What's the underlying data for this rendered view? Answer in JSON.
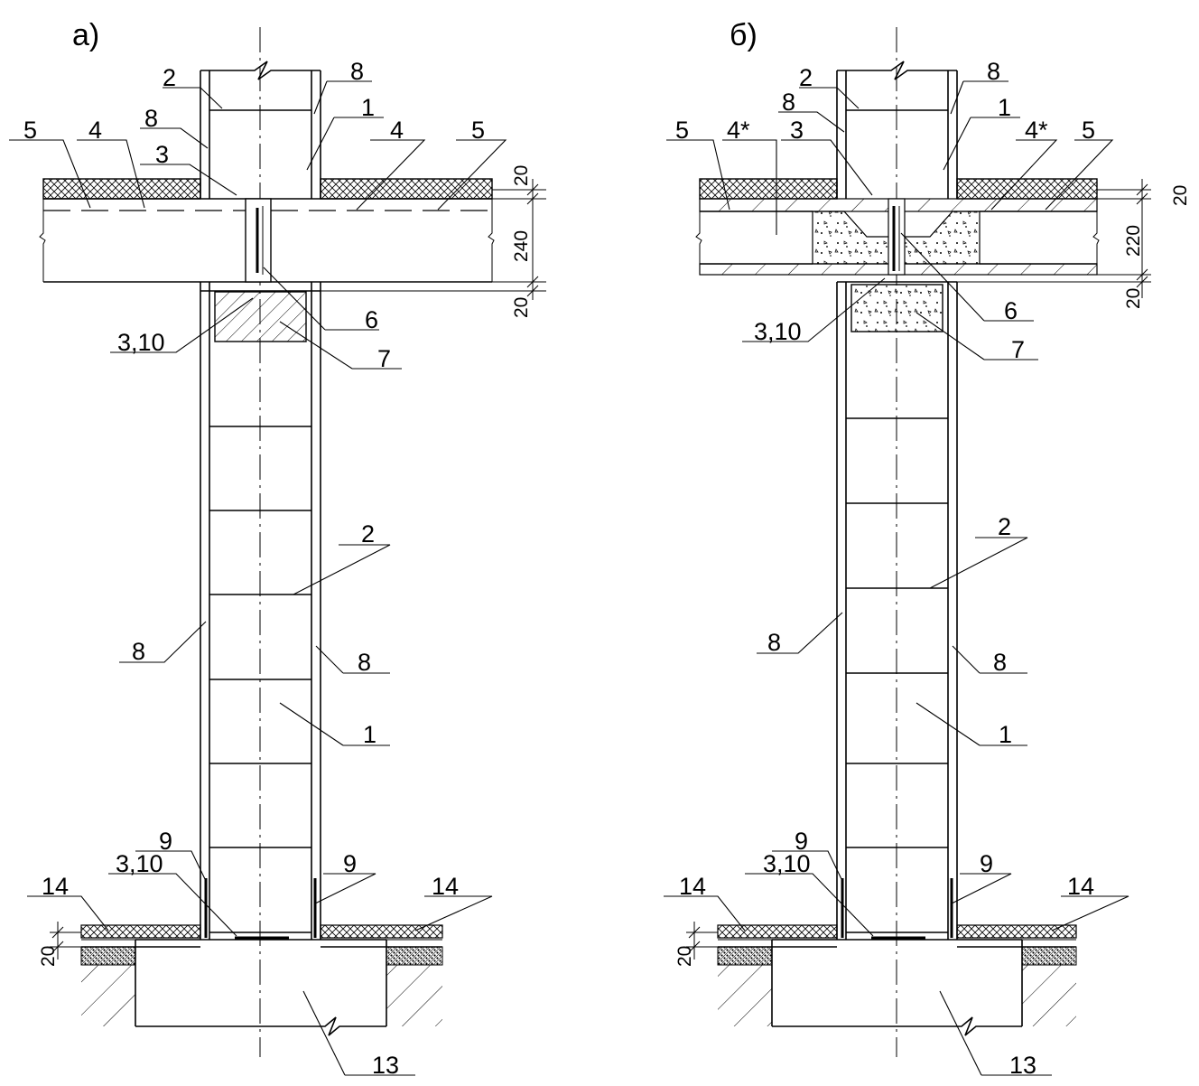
{
  "diagram": {
    "panel_a": {
      "title": "а)",
      "labels": {
        "l2_top": "2",
        "l8_top_r": "8",
        "l8_top_l": "8",
        "l1_top": "1",
        "l5_left": "5",
        "l4_left": "4",
        "l3_top": "3",
        "l4_right": "4",
        "l5_right": "5",
        "l3_10_top": "3,10",
        "l6": "6",
        "l7": "7",
        "l2_mid": "2",
        "l8_mid_l": "8",
        "l8_mid_r": "8",
        "l1_mid": "1",
        "l9_left": "9",
        "l9_right": "9",
        "l3_10_bot": "3,10",
        "l14_left": "14",
        "l14_right": "14",
        "l13": "13"
      },
      "dims": {
        "d20_top": "20",
        "d240": "240",
        "d20_bot": "20",
        "d20_floor": "20"
      }
    },
    "panel_b": {
      "title": "б)",
      "labels": {
        "l2_top": "2",
        "l8_top_r": "8",
        "l8_top_l": "8",
        "l1_top": "1",
        "l5_left": "5",
        "l4s_left": "4*",
        "l3_top": "3",
        "l4s_right": "4*",
        "l5_right": "5",
        "l3_10_top": "3,10",
        "l6": "6",
        "l7": "7",
        "l2_mid": "2",
        "l8_mid_l": "8",
        "l8_mid_r": "8",
        "l1_mid": "1",
        "l9_left": "9",
        "l9_right": "9",
        "l3_10_bot": "3,10",
        "l14_left": "14",
        "l14_right": "14",
        "l13": "13"
      },
      "dims": {
        "d20_top": "20",
        "d220": "220",
        "d20_bot": "20",
        "d20_floor": "20"
      }
    }
  }
}
